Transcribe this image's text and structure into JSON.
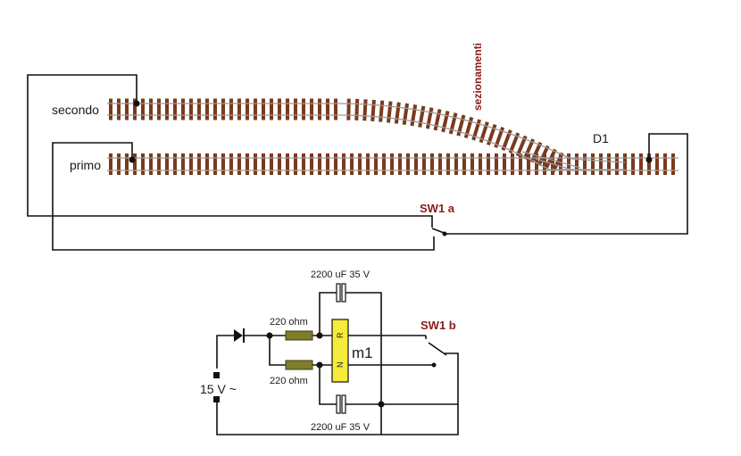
{
  "tracks": {
    "secondo_label": "secondo",
    "primo_label": "primo",
    "sections_label": "sezionamenti",
    "turnout_label": "D1"
  },
  "switches": {
    "sw1a_label": "SW1 a",
    "sw1b_label": "SW1 b"
  },
  "circuit": {
    "capacitor_top_label": "2200 uF 35 V",
    "capacitor_bottom_label": "2200 uF 35 V",
    "resistor_top_label": "220 ohm",
    "resistor_bottom_label": "220 ohm",
    "supply_label": "15 V ~",
    "motor_label": "m1",
    "motor_pin_top": "R",
    "motor_pin_bottom": "N"
  },
  "colors": {
    "rail": "#9a9a9a",
    "sleeper": "#7a3a1c",
    "resistor": "#7d7d2a",
    "motor": "#f6ea3a",
    "label_accent": "#8b1a1a"
  }
}
